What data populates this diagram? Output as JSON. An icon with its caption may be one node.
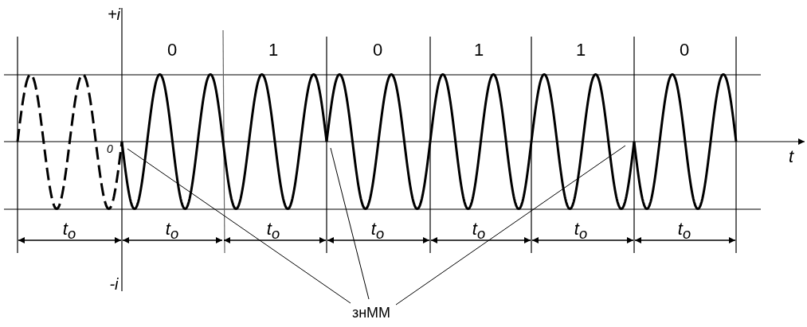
{
  "diagram": {
    "nodes": [
      {
        "text": [
          "знММ"
        ]
      },
      {
        "text": [],
        "shape": "wave"
      },
      {
        "text": [],
        "shape": "wave"
      },
      {
        "text": [],
        "shape": "wave"
      },
      {
        "text": [],
        "shape": "wave"
      },
      {
        "text": [],
        "shape": "wave"
      },
      {
        "text": [],
        "shape": "wave"
      },
      {
        "text": [],
        "shape": "wave"
      }
    ],
    "edges": [
      {
        "from": 0,
        "to": 2,
        "arrow": "none"
      },
      {
        "from": 0,
        "to": 4,
        "arrow": "none"
      },
      {
        "from": 0,
        "to": 7,
        "arrow": "none"
      }
    ],
    "labels": [
      "+i",
      "0",
      "1",
      "0",
      "1",
      "1",
      "0",
      "0",
      "t",
      "t$_{o}$",
      "t$_{o}$",
      "t$_{o}$",
      "t$_{o}$",
      "t$_{o}$",
      "t$_{o}$",
      "t$_{o}$",
      "-i"
    ]
  }
}
